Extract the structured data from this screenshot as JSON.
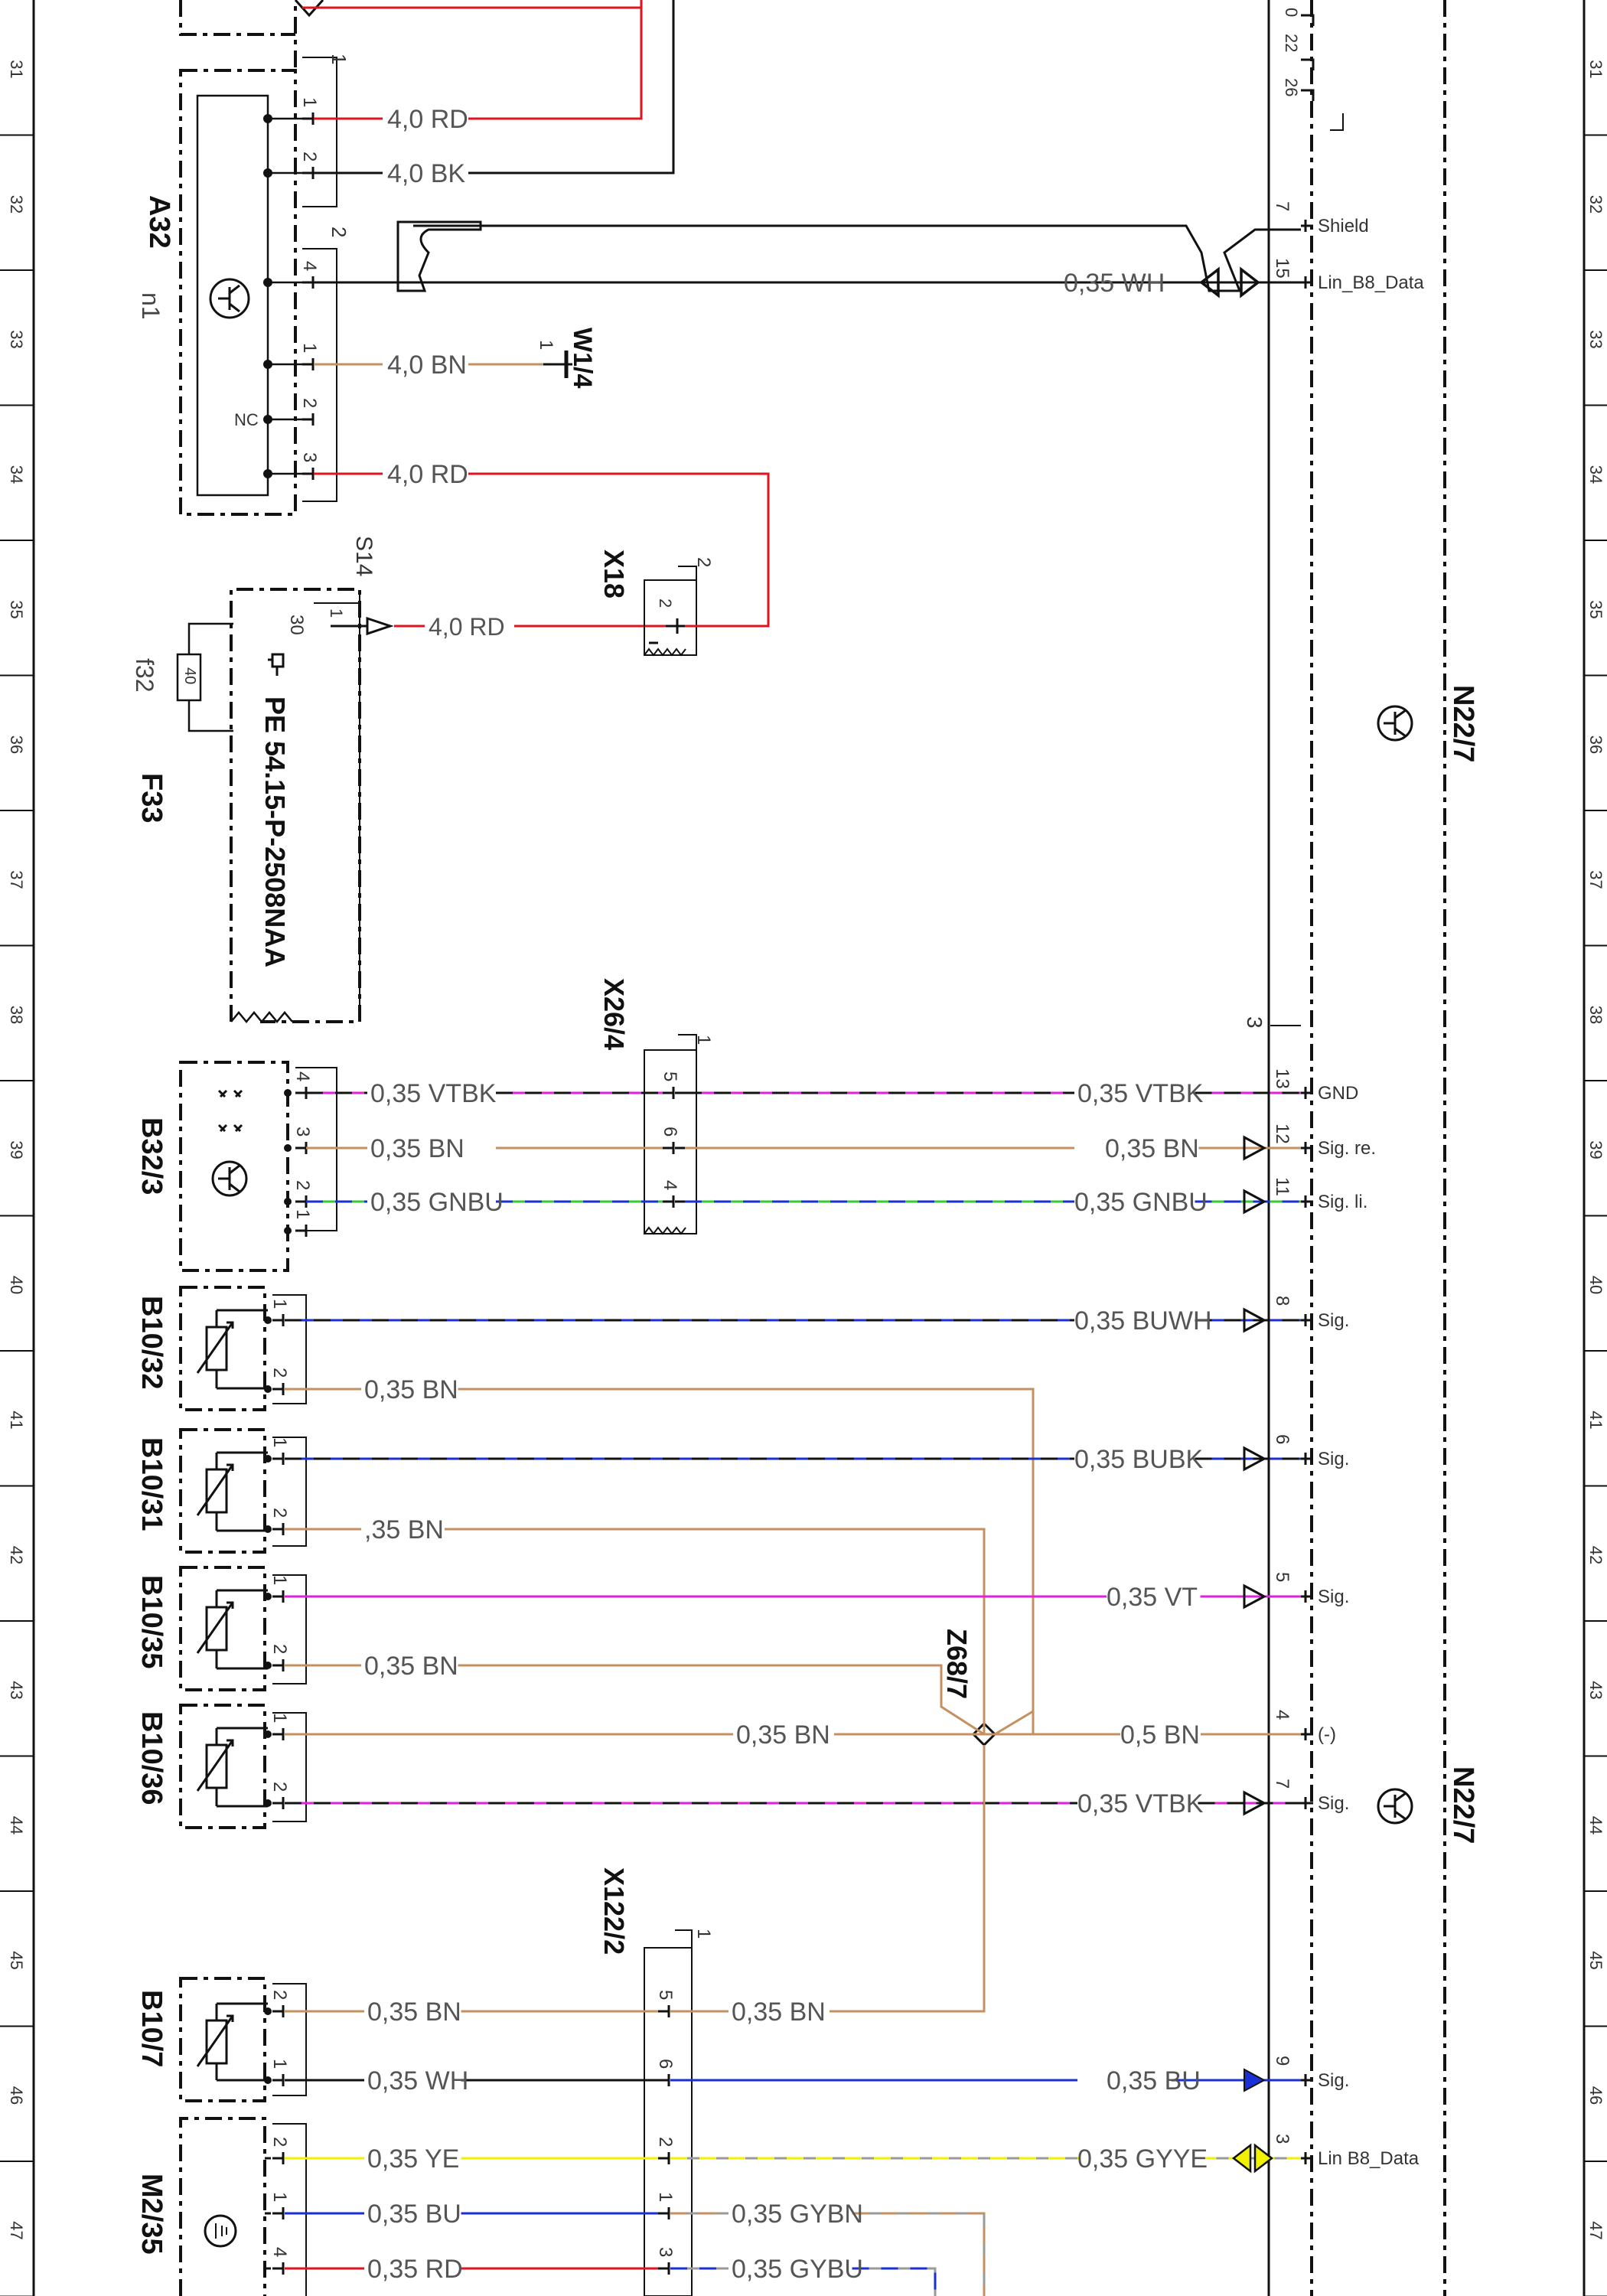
{
  "colors": {
    "RD": "#e0141e",
    "BK": "#111111",
    "BN": "#c49060",
    "WH": "#111111",
    "VT": "#e020e0",
    "GN": "#33cc33",
    "BU": "#1a2fd6",
    "YE": "#f2f200",
    "GY": "#9a9a9a",
    "frame": "#111111"
  },
  "rows": [
    "31",
    "32",
    "33",
    "34",
    "35",
    "36",
    "37",
    "38",
    "39",
    "40",
    "41",
    "42",
    "43",
    "44",
    "45",
    "46",
    "47"
  ],
  "labels": {
    "a32": "A32",
    "a32_sub": "n1",
    "a32_nc": "NC",
    "w1_4": "W1/4",
    "w1_4_pin": "1",
    "s14": "S14",
    "x18": "X18",
    "x18_pin_outer": "2",
    "x18_pin": "2",
    "f32": "f32",
    "f32_val": "40",
    "f33": "F33",
    "pe_ref": "PE 54.15-P-2508NAA",
    "x26_4": "X26/4",
    "x26_4_sub": "1",
    "b32_3": "B32/3",
    "b10_32": "B10/32",
    "b10_31": "B10/31",
    "b10_35": "B10/35",
    "b10_36": "B10/36",
    "z68_7": "Z68/7",
    "x122_2": "X122/2",
    "x122_2_sub": "1",
    "b10_7": "B10/7",
    "m2_35": "M2/35",
    "n22_7_top": "N22/7",
    "n22_7_bottom": "N22/7",
    "a32_c1": "1",
    "a32_c2": "2",
    "s14_c": "1",
    "n22_c3": "3",
    "s14_pin30": "30",
    "s14_pin1": "1",
    "n22_top_pins": [
      "0",
      "22",
      "26"
    ]
  },
  "a32_pins": [
    {
      "pin": "1",
      "wire": "4,0 RD"
    },
    {
      "pin": "2",
      "wire": "4,0 BK"
    },
    {
      "pin": "4",
      "wire": ""
    },
    {
      "pin": "1",
      "wire": "4,0 BN"
    },
    {
      "pin": "2",
      "wire": ""
    },
    {
      "pin": "3",
      "wire": "4,0 RD"
    }
  ],
  "s14_wire": "4,0 RD",
  "n22_right": [
    {
      "pin": "7",
      "label": "Shield",
      "wire": ""
    },
    {
      "pin": "15",
      "label": "Lin_B8_Data",
      "wire": "0,35 WH"
    },
    {
      "pin": "13",
      "label": "GND",
      "wire": "0,35 VTBK"
    },
    {
      "pin": "12",
      "label": "Sig. re.",
      "wire": "0,35 BN"
    },
    {
      "pin": "11",
      "label": "Sig. li.",
      "wire": "0,35 GNBU"
    },
    {
      "pin": "8",
      "label": "Sig.",
      "wire": "0,35 BUWH"
    },
    {
      "pin": "6",
      "label": "Sig.",
      "wire": "0,35 BUBK"
    },
    {
      "pin": "5",
      "label": "Sig.",
      "wire": "0,35 VT"
    },
    {
      "pin": "4",
      "label": "(-)",
      "wire": "0,5 BN"
    },
    {
      "pin": "7",
      "label": "Sig.",
      "wire": "0,35 VTBK"
    },
    {
      "pin": "9",
      "label": "Sig.",
      "wire": "0,35 BU"
    },
    {
      "pin": "3",
      "label": "Lin B8_Data",
      "wire": "0,35 GYYE"
    }
  ],
  "b32_3_pins": [
    {
      "pin": "4",
      "wire": "0,35 VTBK",
      "x26pin": "5"
    },
    {
      "pin": "3",
      "wire": "0,35 BN",
      "x26pin": "6"
    },
    {
      "pin": "2",
      "wire": "0,35 GNBU",
      "x26pin": "4"
    },
    {
      "pin": "1",
      "wire": "",
      "x26pin": ""
    }
  ],
  "sensors": [
    {
      "id": "B10/32",
      "p1": "1",
      "p2": "2",
      "w1": "",
      "w2": "0,35 BN"
    },
    {
      "id": "B10/31",
      "p1": "1",
      "p2": "2",
      "w1": "",
      "w2": ",35 BN"
    },
    {
      "id": "B10/35",
      "p1": "1",
      "p2": "2",
      "w1": "",
      "w2": "0,35 BN"
    },
    {
      "id": "B10/36",
      "p1": "1",
      "p2": "2",
      "w1": "",
      "w2": "",
      "mid": "0,35 BN"
    }
  ],
  "b10_7": [
    {
      "pin": "2",
      "wire": "0,35 BN",
      "x122": "5",
      "right": "0,35 BN"
    },
    {
      "pin": "1",
      "wire": "0,35 WH",
      "x122": "6",
      "right": ""
    }
  ],
  "m2_35": [
    {
      "pin": "2",
      "wire": "0,35 YE",
      "x122": "2",
      "right": ""
    },
    {
      "pin": "1",
      "wire": "0,35 BU",
      "x122": "1",
      "right": "0,35 GYBN"
    },
    {
      "pin": "4",
      "wire": "0,35 RD",
      "x122": "3",
      "right": "0,35 GYBU"
    }
  ]
}
